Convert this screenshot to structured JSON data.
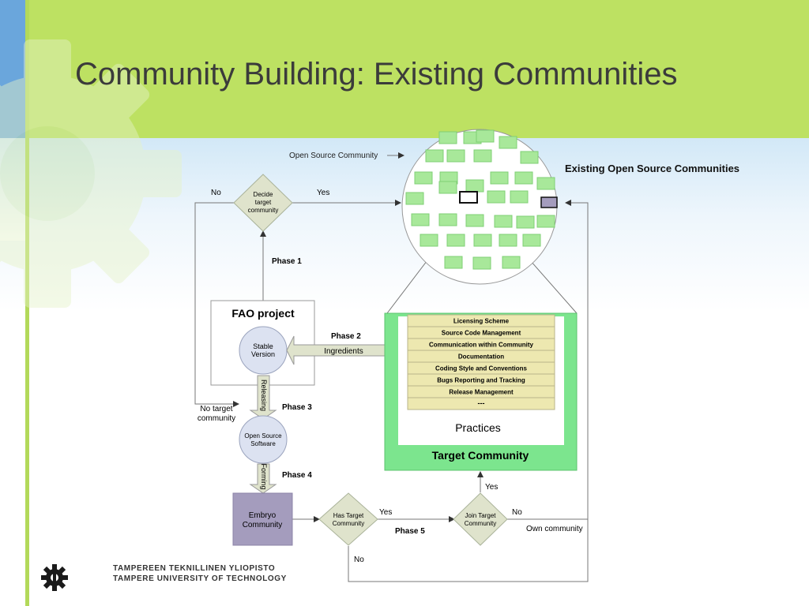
{
  "slide": {
    "title": "Community Building: Existing Communities"
  },
  "logo": {
    "line1": "TAMPEREEN TEKNILLINEN YLIOPISTO",
    "line2": "TAMPERE UNIVERSITY OF TECHNOLOGY"
  },
  "diagram": {
    "open_source_community_label": "Open Source Community",
    "existing_communities_label": "Existing Open Source Communities",
    "decide_node": [
      "Decide",
      "target",
      "community"
    ],
    "decide_no": "No",
    "decide_yes": "Yes",
    "phase1": "Phase 1",
    "phase2": "Phase 2",
    "phase3": "Phase 3",
    "phase4": "Phase 4",
    "phase5": "Phase 5",
    "fao_project": "FAO project",
    "stable_version": [
      "Stable",
      "Version"
    ],
    "ingredients": "Ingredients",
    "releasing": "Releasing",
    "forming": "Forming",
    "no_target_community": [
      "No target",
      "community"
    ],
    "open_source_software": [
      "Open Source",
      "Software"
    ],
    "embryo_community": [
      "Embryo",
      "Community"
    ],
    "has_target_community": [
      "Has Target",
      "Community"
    ],
    "has_target_yes": "Yes",
    "has_target_no": "No",
    "join_target_community": [
      "Join Target",
      "Community"
    ],
    "join_yes": "Yes",
    "join_no": "No",
    "own_community": "Own community",
    "practices_items": [
      "Licensing Scheme",
      "Source Code Management",
      "Communication within Community",
      "Documentation",
      "Coding Style and Conventions",
      "Bugs Reporting and Tracking",
      "Release Management"
    ],
    "practices_ellipsis": "---",
    "practices_label": "Practices",
    "target_community_label": "Target Community"
  },
  "colors": {
    "top_band": "#bde162",
    "accent_blue": "#6aa6dc",
    "community_box": "#a8e89a",
    "target_green": "#7ce58e",
    "practices_yellow": "#ede8b0",
    "node_fill": "#dfe3cc",
    "circle_node": "#dce2f1",
    "embryo_fill": "#a49cbd"
  }
}
